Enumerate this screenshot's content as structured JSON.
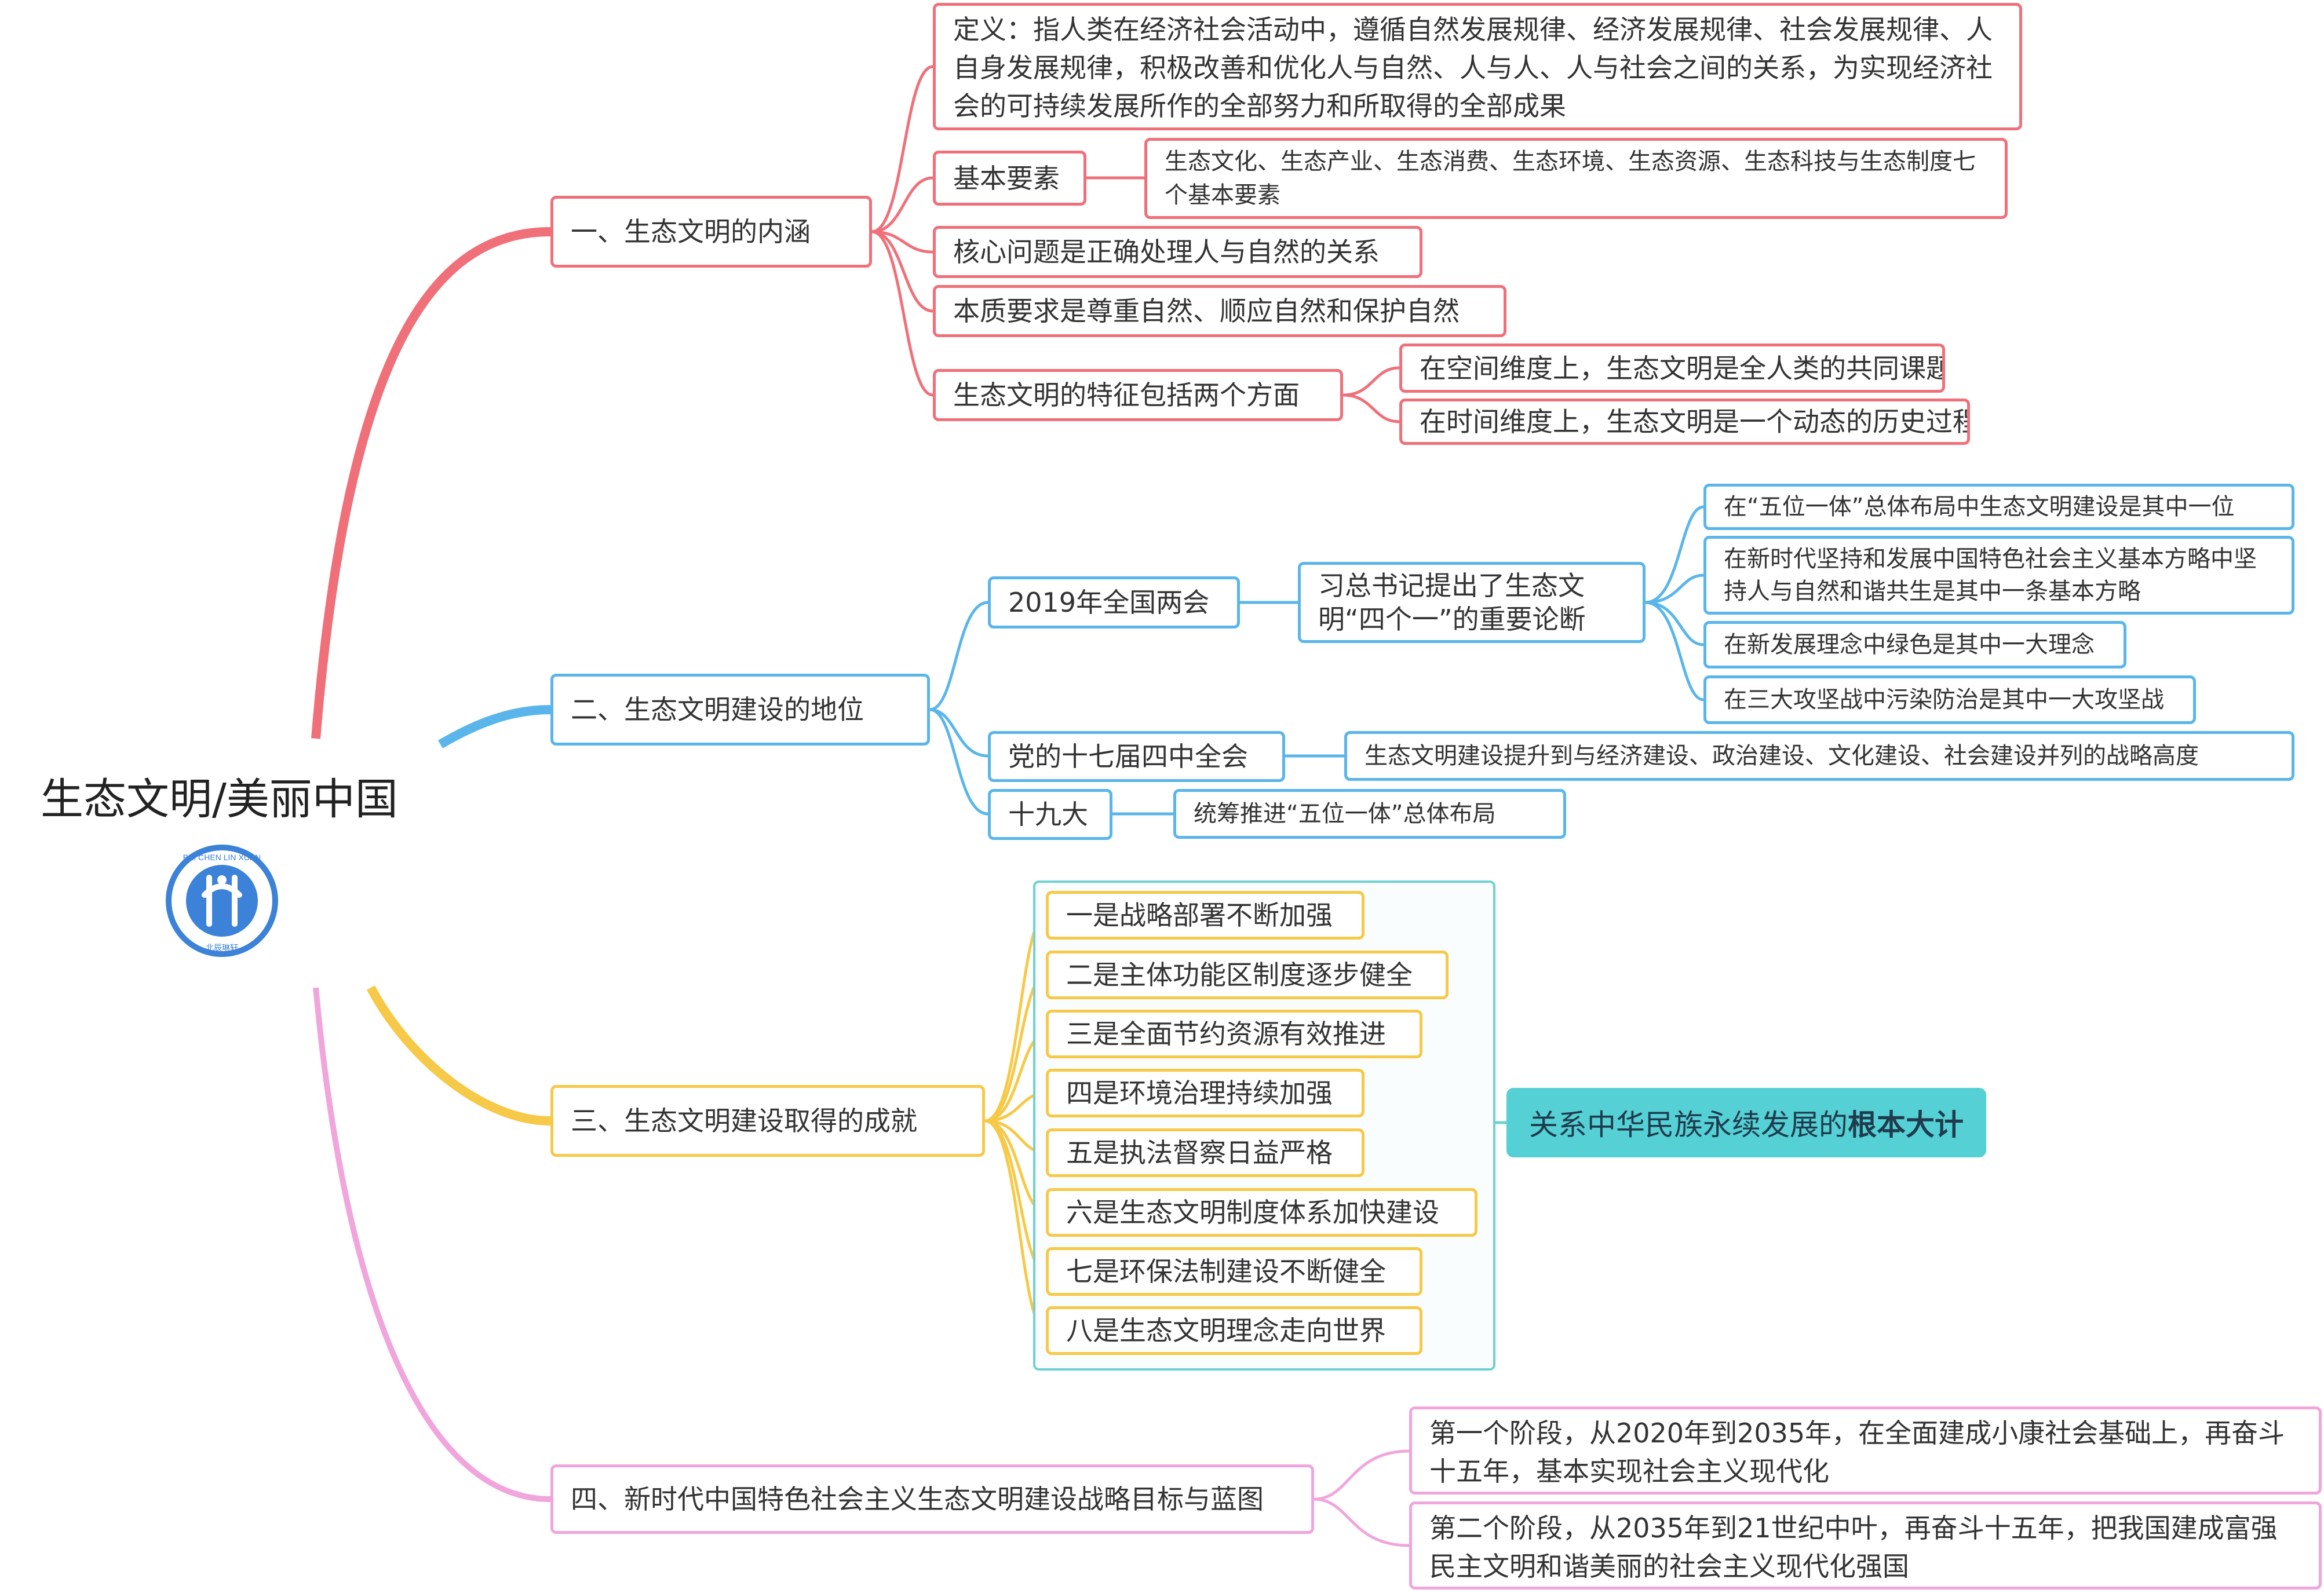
{
  "root": {
    "title": "生态文明/美丽中国",
    "logo_text_top": "BEI CHEN LIN XUAN",
    "logo_text_bottom": "北辰琳轩",
    "logo_color": "#3b82d8"
  },
  "branch1": {
    "label": "一、生态文明的内涵",
    "color": "#f0707a",
    "definition": "定义：指人类在经济社会活动中，遵循自然发展规律、经济发展规律、社会发展规律、人自身发展规律，积极改善和优化人与自然、人与人、人与社会之间的关系，为实现经济社会的可持续发展所作的全部努力和所取得的全部成果",
    "basic_elements_label": "基本要素",
    "basic_elements_detail": "生态文化、生态产业、生态消费、生态环境、生态资源、生态科技与生态制度七个基本要素",
    "core_issue": "核心问题是正确处理人与自然的关系",
    "essence": "本质要求是尊重自然、顺应自然和保护自然",
    "features_label": "生态文明的特征包括两个方面",
    "feature_space": "在空间维度上，生态文明是全人类的共同课题",
    "feature_time": "在时间维度上，生态文明是一个动态的历史过程"
  },
  "branch2": {
    "label": "二、生态文明建设的地位",
    "color": "#5ab6ea",
    "meeting_2019": "2019年全国两会",
    "xi_statement": "习总书记提出了生态文明“四个一”的重要论断",
    "points": [
      "在“五位一体”总体布局中生态文明建设是其中一位",
      "在新时代坚持和发展中国特色社会主义基本方略中坚持人与自然和谐共生是其中一条基本方略",
      "在新发展理念中绿色是其中一大理念",
      "在三大攻坚战中污染防治是其中一大攻坚战"
    ],
    "plenum": "党的十七届四中全会",
    "plenum_detail": "生态文明建设提升到与经济建设、政治建设、文化建设、社会建设并列的战略高度",
    "congress19": "十九大",
    "congress19_detail": "统筹推进“五位一体”总体布局"
  },
  "branch3": {
    "label": "三、生态文明建设取得的成就",
    "color": "#f7c948",
    "items": [
      "一是战略部署不断加强",
      "二是主体功能区制度逐步健全",
      "三是全面节约资源有效推进",
      "四是环境治理持续加强",
      "五是执法督察日益严格",
      "六是生态文明制度体系加快建设",
      "七是环保法制建设不断健全",
      "八是生态文明理念走向世界"
    ],
    "callout_prefix": "关系中华民族永续发展的",
    "callout_bold": "根本大计",
    "callout_color": "#55d0d4"
  },
  "branch4": {
    "label": "四、新时代中国特色社会主义生态文明建设战略目标与蓝图",
    "color": "#f0a6dc",
    "stage1": "第一个阶段，从2020年到2035年，在全面建成小康社会基础上，再奋斗十五年，基本实现社会主义现代化",
    "stage2": "第二个阶段，从2035年到21世纪中叶，再奋斗十五年，把我国建成富强民主文明和谐美丽的社会主义现代化强国"
  }
}
